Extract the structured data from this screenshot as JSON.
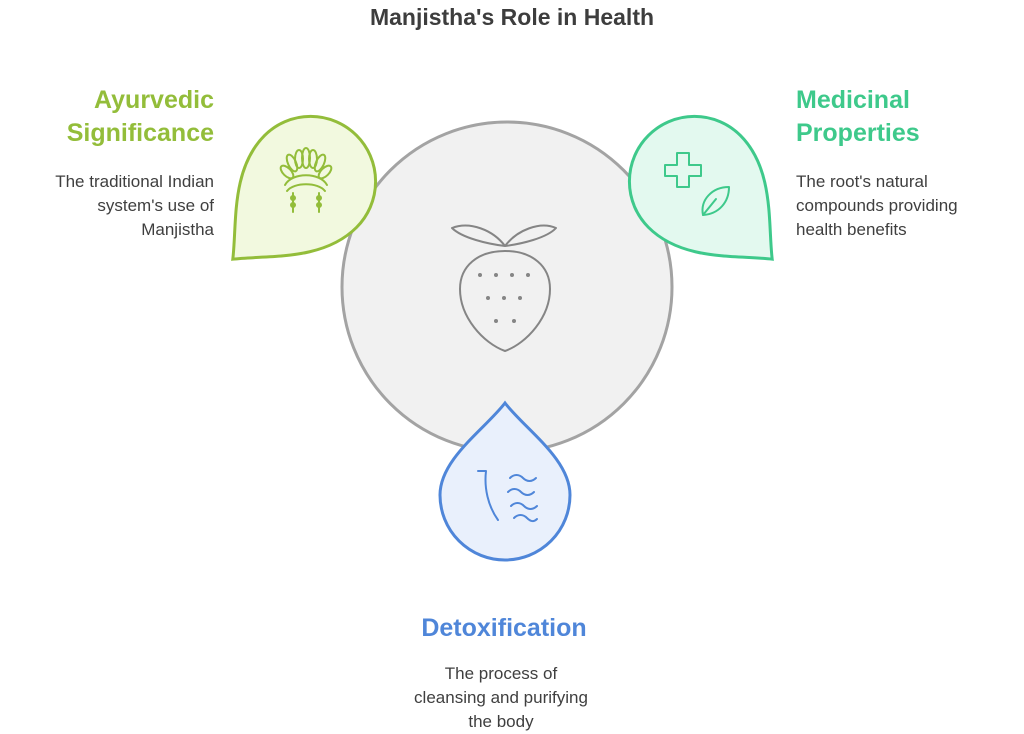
{
  "title": "Manjistha's Role in Health",
  "center_node": {
    "icon": "strawberry-icon"
  },
  "nodes": [
    {
      "id": "ayurvedic",
      "heading_line1": "Ayurvedic",
      "heading_line2": "Significance",
      "description_lines": [
        "The traditional Indian",
        "system's use of",
        "Manjistha"
      ],
      "color": "#93bd3a",
      "fill": "#f2f9df",
      "icon": "headdress-icon"
    },
    {
      "id": "medicinal",
      "heading_line1": "Medicinal",
      "heading_line2": "Properties",
      "description_lines": [
        "The root's natural",
        "compounds providing",
        "health benefits"
      ],
      "color": "#3ec98b",
      "fill": "#e3f9ef",
      "icon": "medical-cross-leaf-icon"
    },
    {
      "id": "detoxification",
      "heading_line1": "Detoxification",
      "description_lines": [
        "The process of",
        "cleansing and purifying",
        "the body"
      ],
      "color": "#4f86d9",
      "fill": "#e9f0fc",
      "icon": "water-flow-icon"
    }
  ]
}
